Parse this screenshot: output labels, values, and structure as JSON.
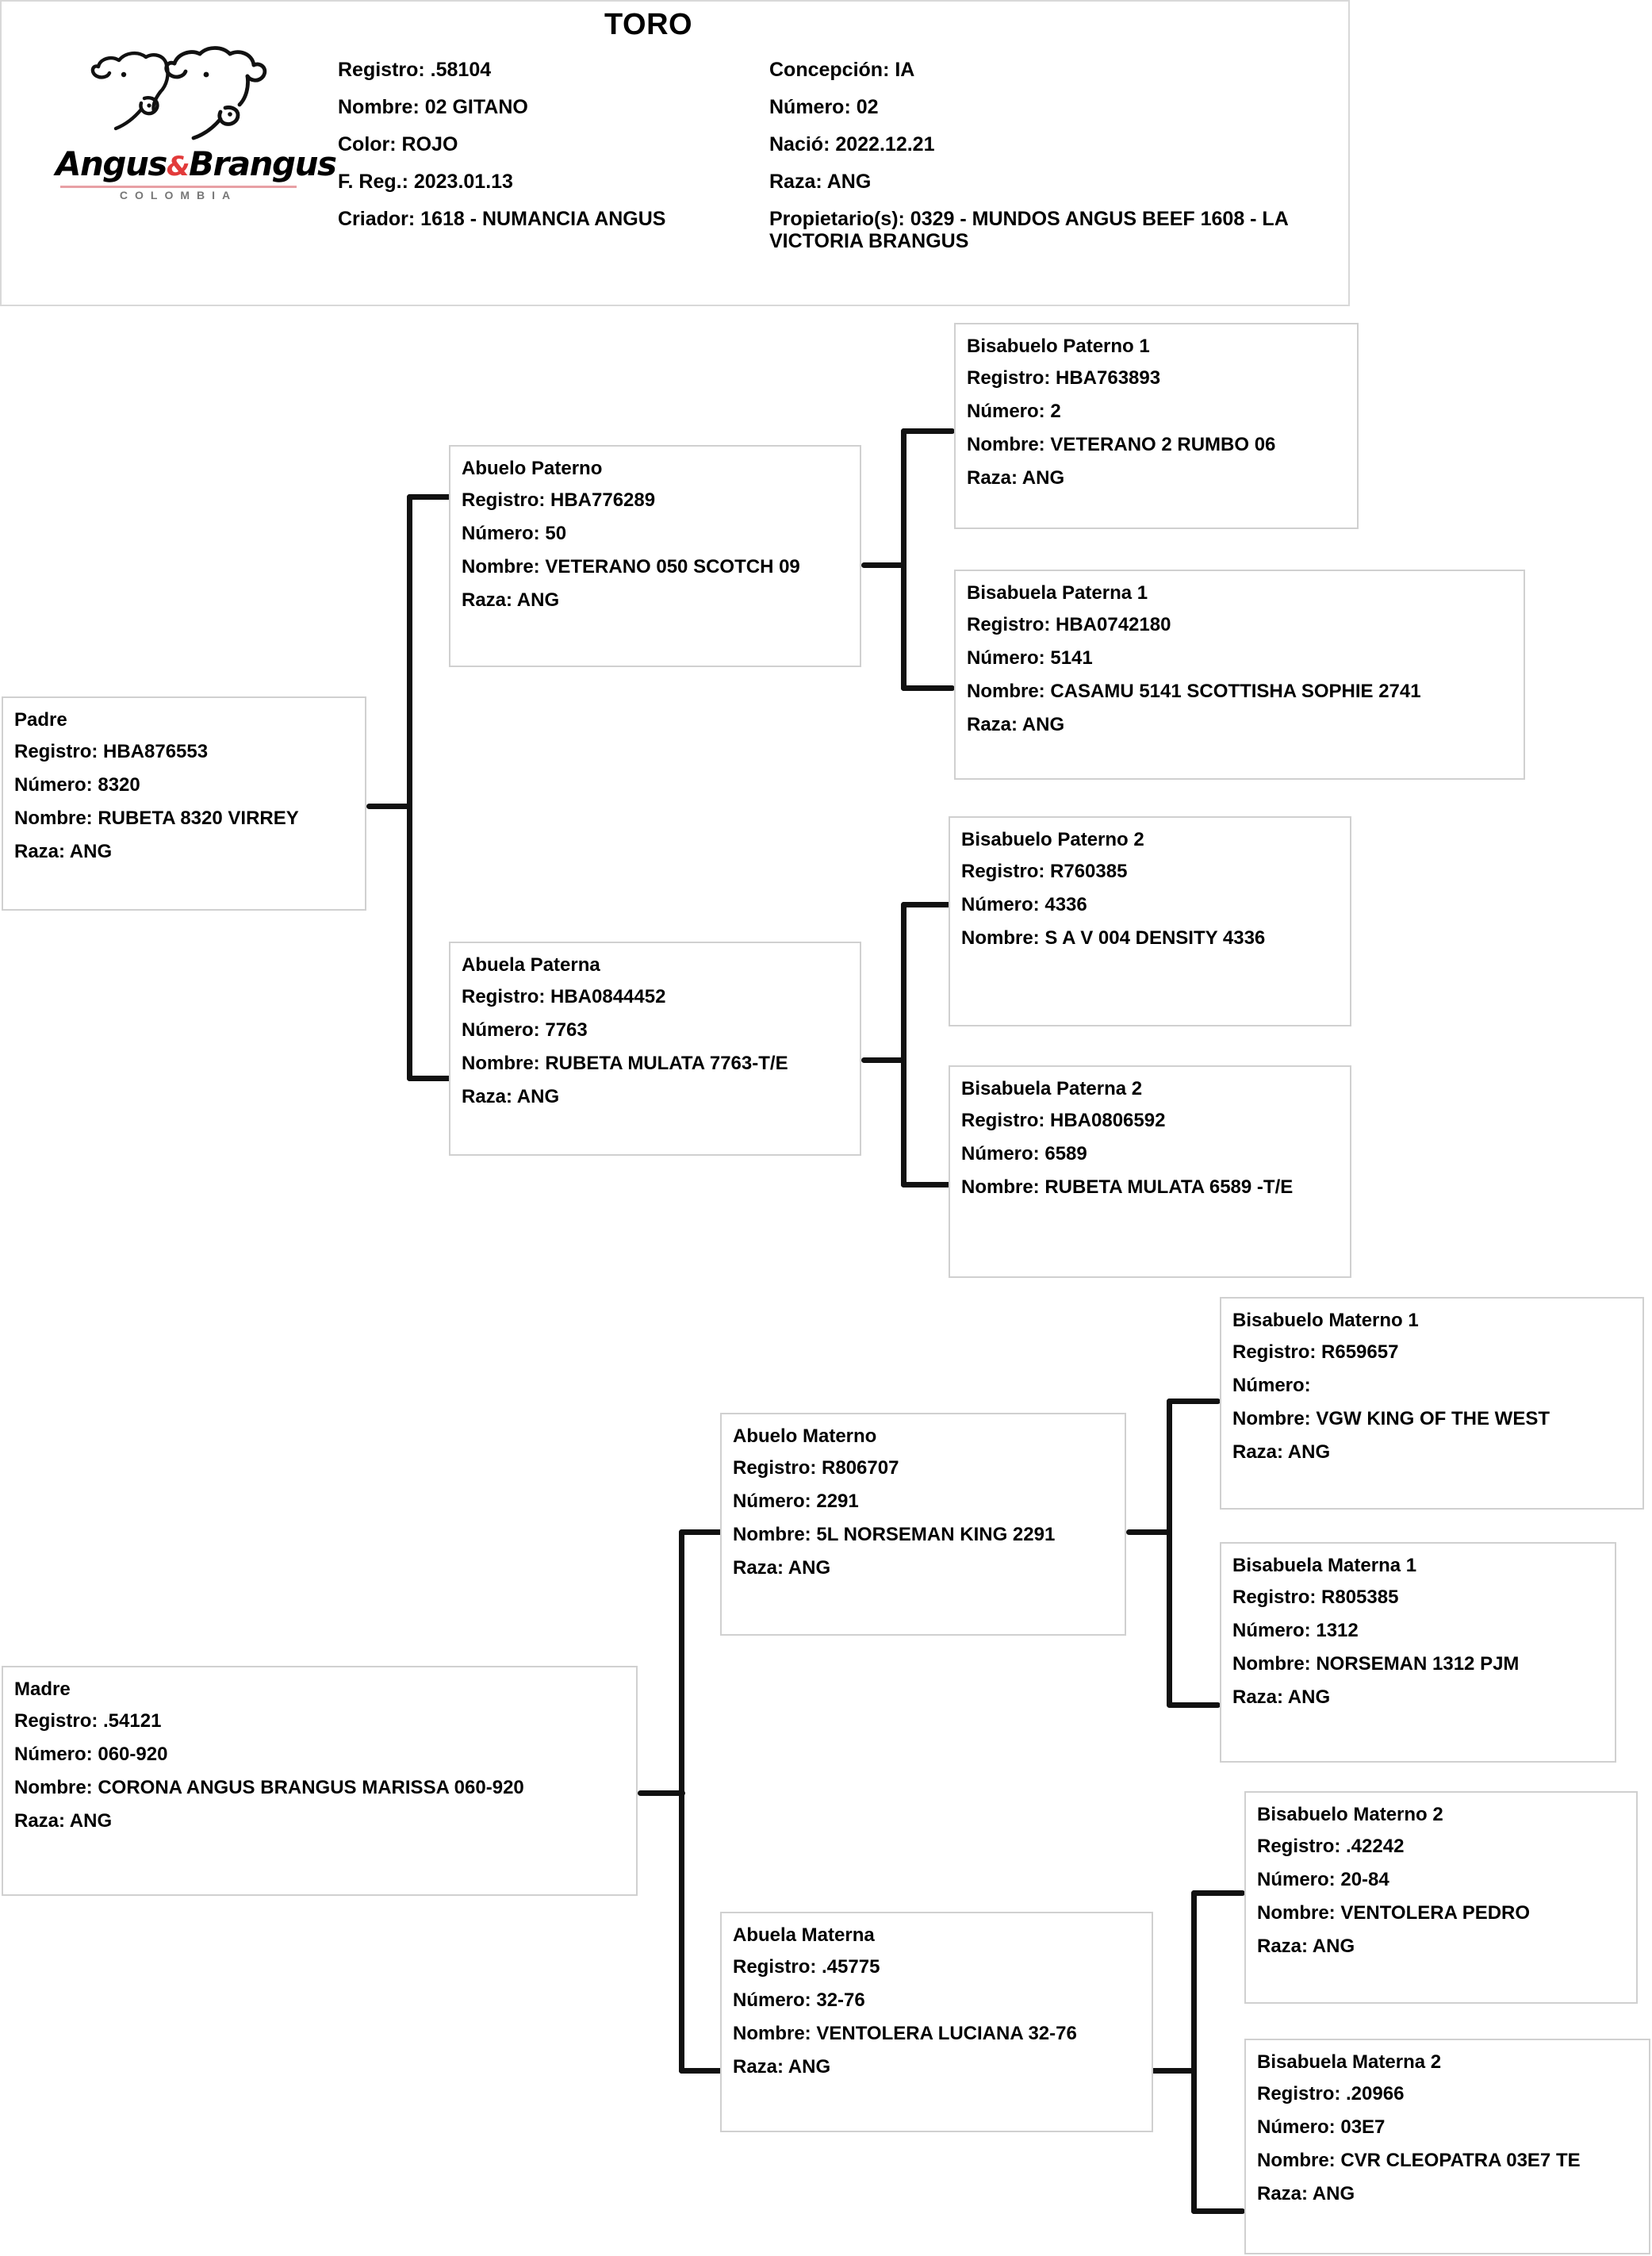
{
  "header": {
    "title": "TORO",
    "logo": {
      "wordmark_left": "Angus",
      "ampersand": "&",
      "wordmark_right": "Brangus",
      "country": "COLOMBIA",
      "accent_color": "#e23b3b",
      "rule_color": "#e8a0a5"
    },
    "left_column": [
      "Registro: .58104",
      "Nombre:  02 GITANO",
      "Color: ROJO",
      "F. Reg.: 2023.01.13",
      "Criador: 1618 - NUMANCIA ANGUS"
    ],
    "right_column": [
      "Concepción: IA",
      "Número: 02",
      "Nació: 2022.12.21",
      "Raza: ANG",
      "Propietario(s): 0329 - MUNDOS ANGUS BEEF 1608 - LA VICTORIA BRANGUS"
    ]
  },
  "pedigree": {
    "padre": {
      "title": "Padre",
      "registro": "Registro: HBA876553",
      "numero": "Número: 8320",
      "nombre": "Nombre: RUBETA 8320 VIRREY",
      "raza": "Raza: ANG"
    },
    "abuelo_paterno": {
      "title": "Abuelo Paterno",
      "registro": "Registro: HBA776289",
      "numero": "Número: 50",
      "nombre": "Nombre: VETERANO 050 SCOTCH 09",
      "raza": "Raza: ANG"
    },
    "abuela_paterna": {
      "title": "Abuela Paterna",
      "registro": "Registro: HBA0844452",
      "numero": "Número: 7763",
      "nombre": "Nombre: RUBETA MULATA 7763-T/E",
      "raza": "Raza: ANG"
    },
    "bisabuelo_paterno_1": {
      "title": "Bisabuelo Paterno 1",
      "registro": "Registro: HBA763893",
      "numero": "Número: 2",
      "nombre": "Nombre: VETERANO 2 RUMBO 06",
      "raza": "Raza: ANG"
    },
    "bisabuela_paterna_1": {
      "title": "Bisabuela Paterna 1",
      "registro": "Registro: HBA0742180",
      "numero": "Número: 5141",
      "nombre": "Nombre: CASAMU 5141 SCOTTISHA SOPHIE 2741",
      "raza": "Raza: ANG"
    },
    "bisabuelo_paterno_2": {
      "title": "Bisabuelo Paterno 2",
      "registro": "Registro: R760385",
      "numero": "Número: 4336",
      "nombre": "Nombre: S A V 004 DENSITY 4336",
      "raza": ""
    },
    "bisabuela_paterna_2": {
      "title": "Bisabuela Paterna 2",
      "registro": "Registro: HBA0806592",
      "numero": "Número: 6589",
      "nombre": "Nombre: RUBETA MULATA 6589 -T/E",
      "raza": ""
    },
    "madre": {
      "title": "Madre",
      "registro": "Registro: .54121",
      "numero": "Número: 060-920",
      "nombre": "Nombre:  CORONA ANGUS BRANGUS MARISSA 060-920",
      "raza": "Raza: ANG"
    },
    "abuelo_materno": {
      "title": "Abuelo Materno",
      "registro": "Registro: R806707",
      "numero": "Número: 2291",
      "nombre": "Nombre: 5L NORSEMAN KING 2291",
      "raza": "Raza: ANG"
    },
    "abuela_materna": {
      "title": "Abuela Materna",
      "registro": "Registro: .45775",
      "numero": "Número: 32-76",
      "nombre": "Nombre: VENTOLERA LUCIANA 32-76",
      "raza": "Raza: ANG"
    },
    "bisabuelo_materno_1": {
      "title": "Bisabuelo Materno 1",
      "registro": "Registro: R659657",
      "numero": "Número:",
      "nombre": "Nombre: VGW KING OF THE WEST",
      "raza": "Raza: ANG"
    },
    "bisabuela_materna_1": {
      "title": "Bisabuela Materna 1",
      "registro": "Registro: R805385",
      "numero": "Número: 1312",
      "nombre": "Nombre: NORSEMAN 1312 PJM",
      "raza": "Raza: ANG"
    },
    "bisabuelo_materno_2": {
      "title": "Bisabuelo Materno 2",
      "registro": "Registro: .42242",
      "numero": "Número: 20-84",
      "nombre": "Nombre: VENTOLERA PEDRO",
      "raza": "Raza: ANG"
    },
    "bisabuela_materna_2": {
      "title": "Bisabuela Materna 2",
      "registro": "Registro: .20966",
      "numero": "Número: 03E7",
      "nombre": "Nombre: CVR CLEOPATRA 03E7 TE",
      "raza": "Raza: ANG"
    }
  }
}
